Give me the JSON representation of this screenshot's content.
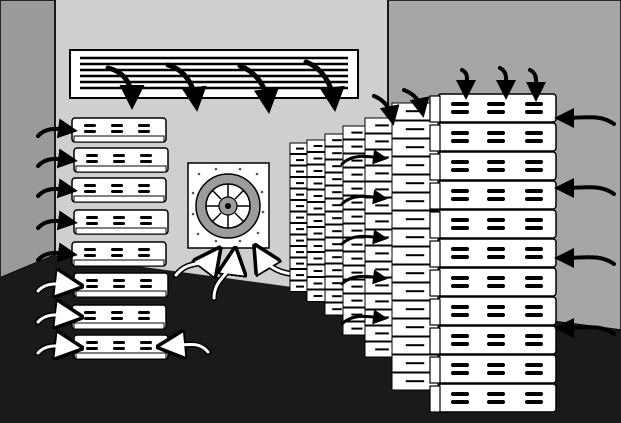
{
  "scene": {
    "subject": "server-room-airflow",
    "colors": {
      "back_wall": "#cfcfcf",
      "left_wall": "#9a9a9a",
      "right_wall": "#a6a6a6",
      "floor": "#1a1a1a",
      "unit_fill": "#ffffff",
      "outline": "#000000",
      "fan_ring": "#9c9c9c",
      "fan_panel": "#ffffff"
    },
    "icons": [
      "ceiling-vent-icon",
      "wall-fan-icon",
      "airflow-arrow-icon",
      "server-unit-icon"
    ],
    "left_stack_units": 8,
    "right_front_column_units": 11
  }
}
